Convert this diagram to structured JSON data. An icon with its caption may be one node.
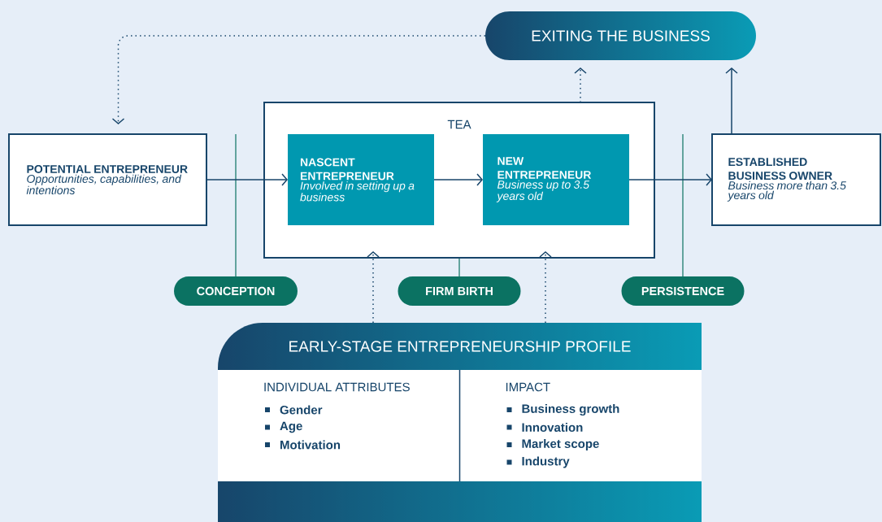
{
  "diagram": {
    "nodes": [
      {
        "text": [
          "EXITING THE BUSINESS"
        ]
      },
      {
        "text": [
          "TEA"
        ]
      },
      {
        "text": [
          "POTENTIAL ENTREPRENEUR",
          "Opportunities, capabilities, and intentions"
        ]
      },
      {
        "text": [
          "NASCENT ENTREPRENEUR",
          "Involved in setting up a business"
        ],
        "in": 1
      },
      {
        "text": [
          "NEW ENTREPRENEUR",
          "Business up to 3.5 years old"
        ],
        "in": 1
      },
      {
        "text": [
          "ESTABLISHED BUSINESS OWNER",
          "Business more than 3.5 years old"
        ]
      },
      {
        "text": [
          "CONCEPTION"
        ]
      },
      {
        "text": [
          "FIRM BIRTH"
        ]
      },
      {
        "text": [
          "PERSISTENCE"
        ]
      },
      {
        "text": [
          "EARLY-STAGE ENTREPRENEURSHIP PROFILE"
        ]
      },
      {
        "text": [
          "INDIVIDUAL ATTRIBUTES",
          "Gender",
          "Age",
          "Motivation"
        ],
        "in": 9
      },
      {
        "text": [
          "IMPACT",
          "Business growth",
          "Innovation",
          "Market scope",
          "Industry"
        ],
        "in": 9
      }
    ],
    "edges": [
      {
        "from": 0,
        "to": 2,
        "arrow": "to",
        "style": "dashed"
      },
      {
        "from": 1,
        "to": 0,
        "arrow": "to",
        "style": "dashed"
      },
      {
        "from": 5,
        "to": 0,
        "arrow": "to"
      },
      {
        "from": 2,
        "to": 3,
        "arrow": "to"
      },
      {
        "from": 3,
        "to": 4,
        "arrow": "to"
      },
      {
        "from": 4,
        "to": 5,
        "arrow": "to"
      },
      {
        "from": 9,
        "to": 1,
        "arrow": "to",
        "style": "dashed"
      },
      {
        "from": 9,
        "to": 1,
        "arrow": "to",
        "style": "dashed"
      }
    ]
  }
}
